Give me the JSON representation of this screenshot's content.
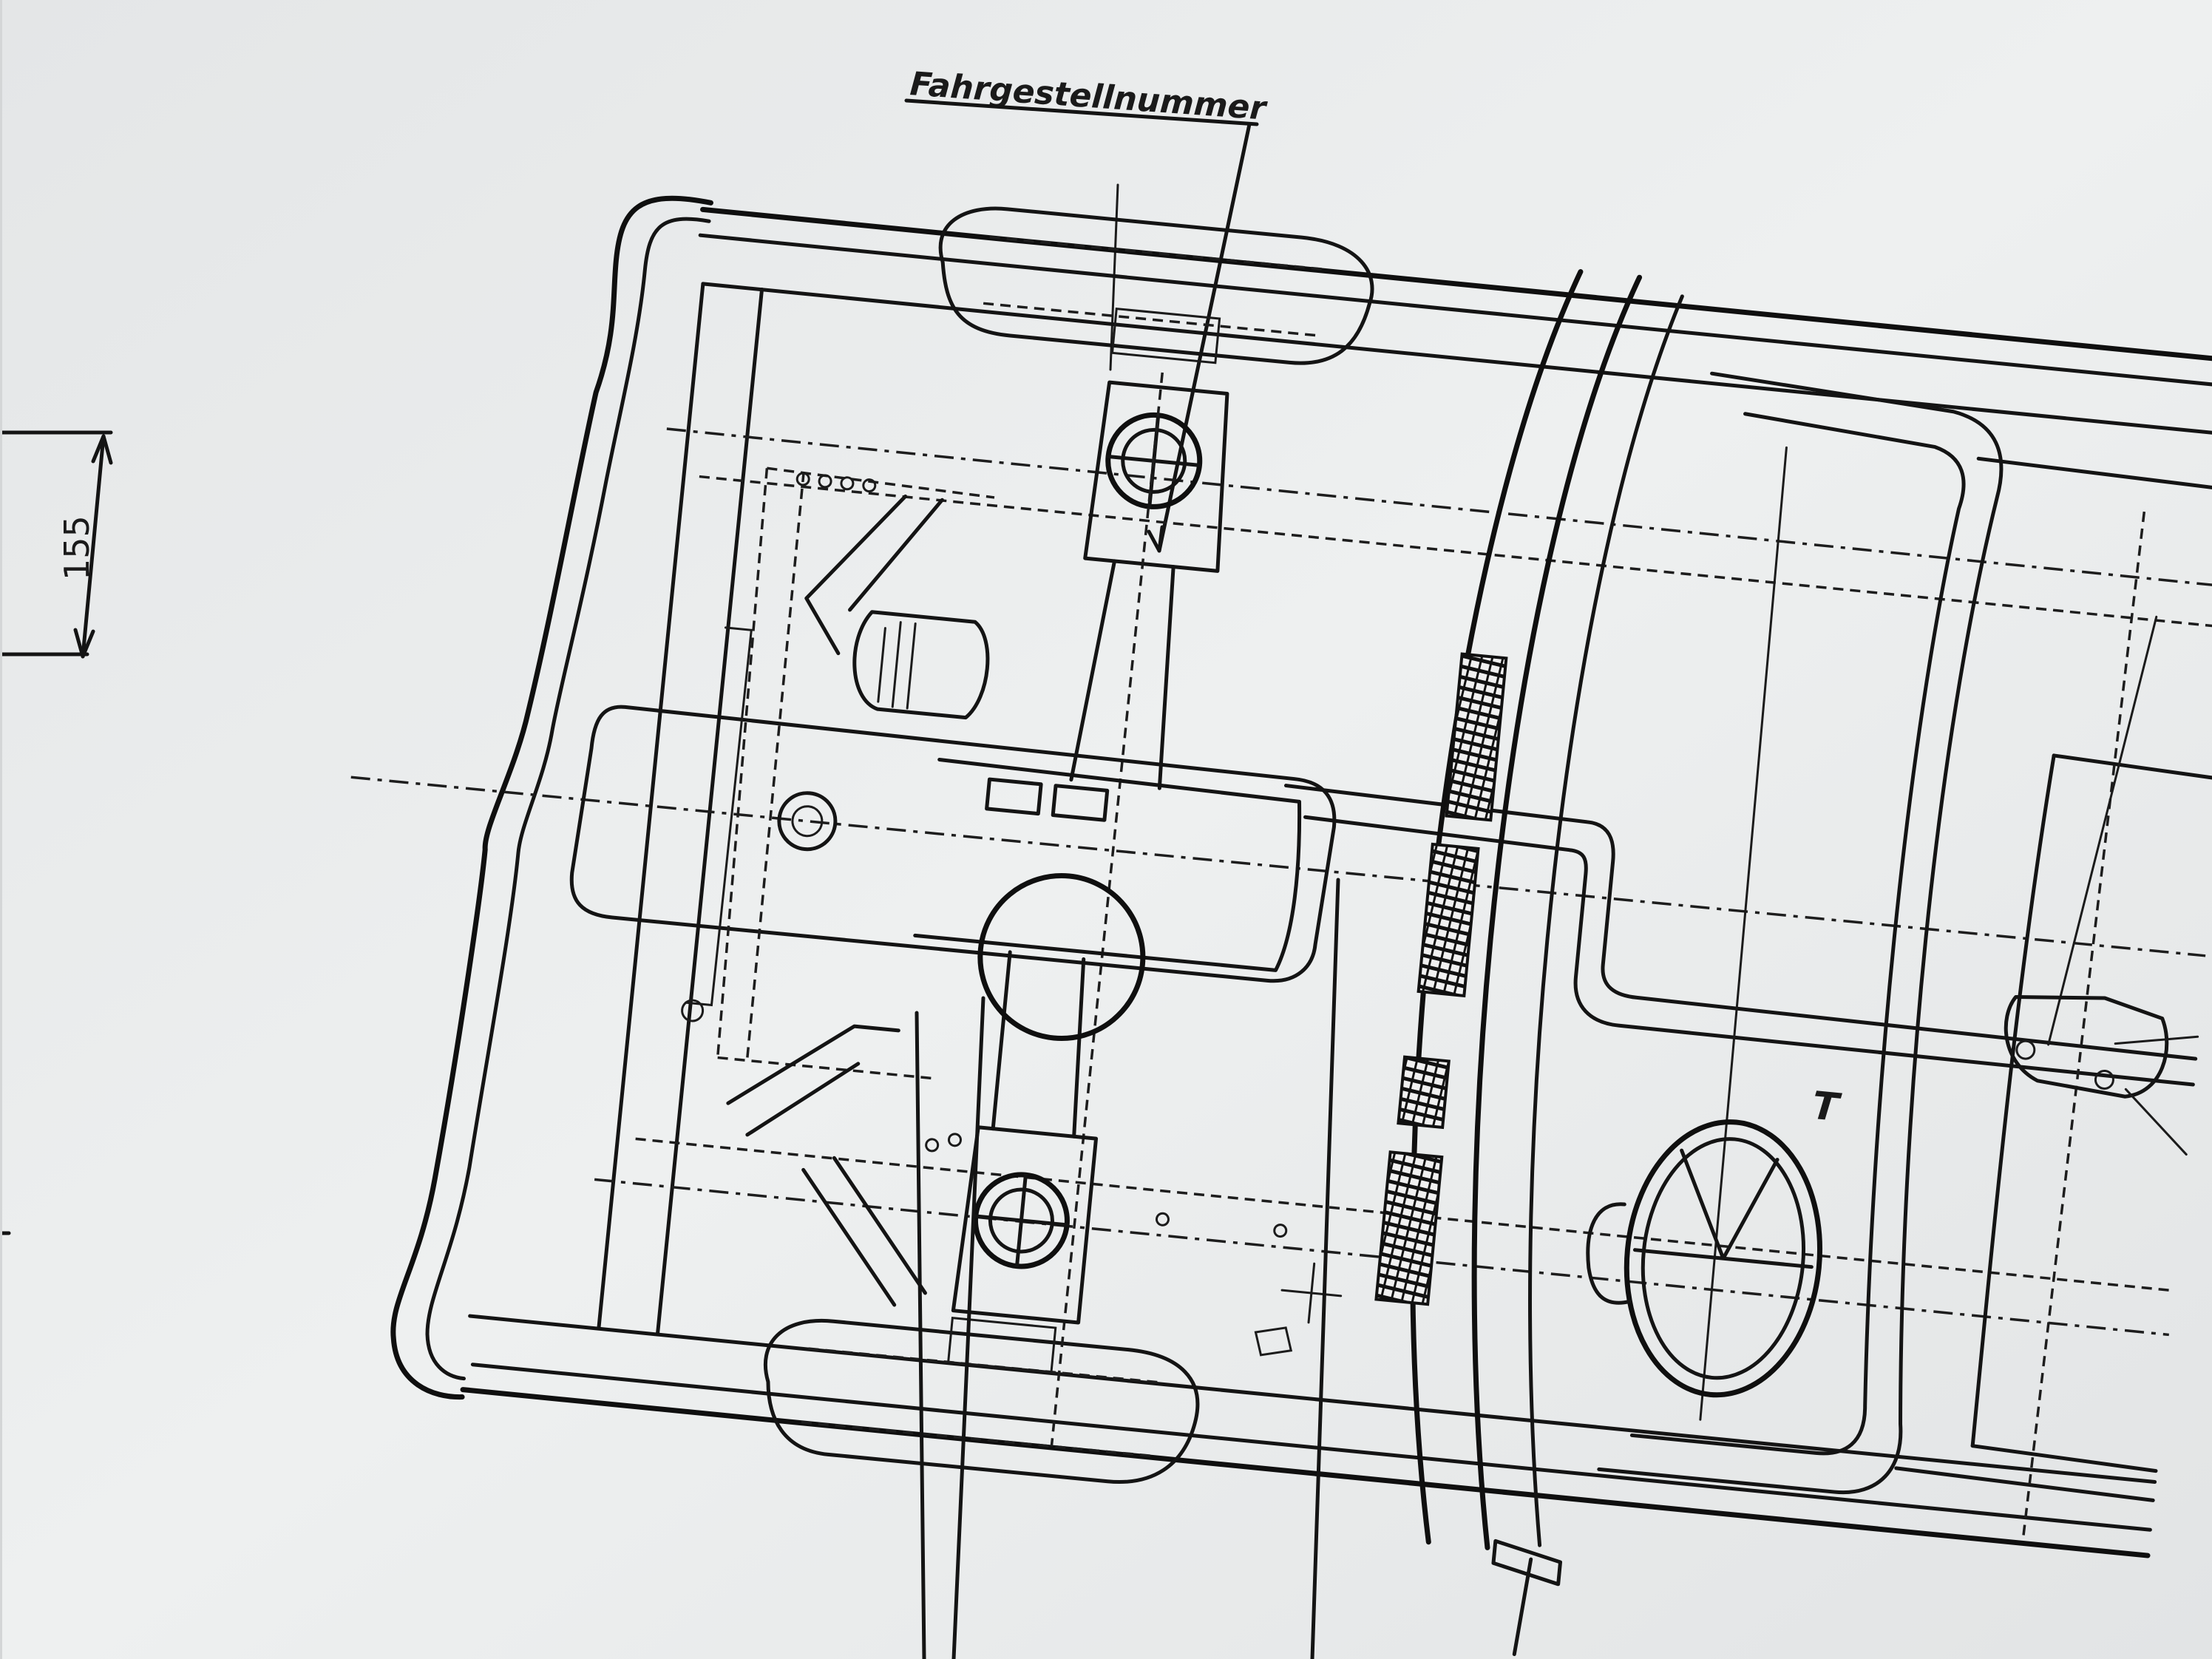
{
  "figure": {
    "label": "Fahrgestellnummer",
    "dimension_value": "155",
    "steering_mark": "T"
  },
  "colors": {
    "paper": "#e9ebec",
    "ink": "#141414"
  }
}
